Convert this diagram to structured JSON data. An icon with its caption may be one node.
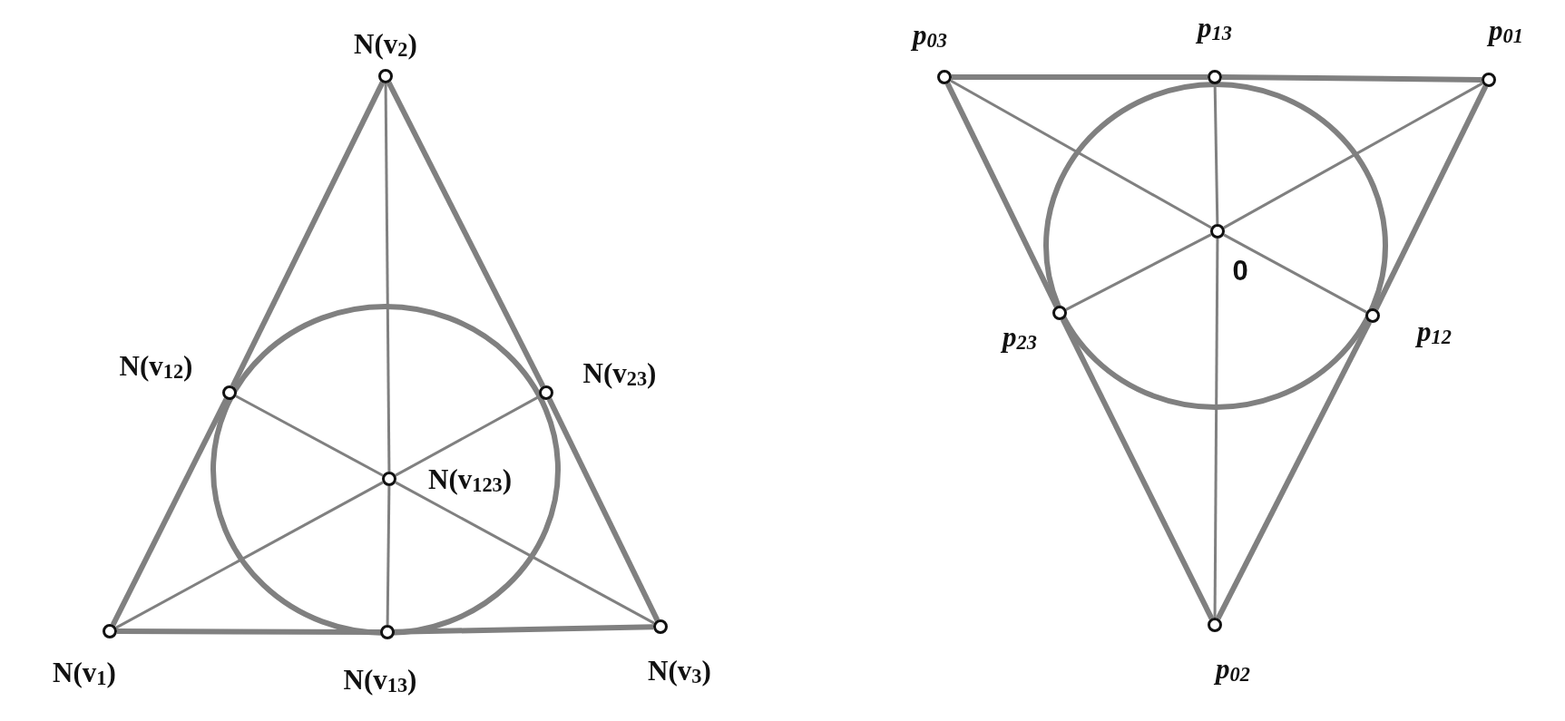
{
  "diagram": {
    "nodes": [
      {
        "text": [
          "N(v$_{2}$)"
        ]
      },
      {
        "text": [
          "N(v$_{12}$)"
        ]
      },
      {
        "text": [
          "N(v$_{23}$)"
        ]
      },
      {
        "text": [
          "N(v$_{123}$)"
        ]
      },
      {
        "text": [
          "N(v$_{1}$)"
        ]
      },
      {
        "text": [
          "N(v$_{13}$)"
        ]
      },
      {
        "text": [
          "N(v$_{3}$)"
        ]
      },
      {
        "text": [
          "p$_{03}$"
        ]
      },
      {
        "text": [
          "p$_{13}$"
        ]
      },
      {
        "text": [
          "p$_{01}$"
        ]
      },
      {
        "text": [
          "0"
        ]
      },
      {
        "text": [
          "p$_{23}$"
        ]
      },
      {
        "text": [
          "p$_{12}$"
        ]
      },
      {
        "text": [
          "p$_{02}$"
        ]
      }
    ],
    "edges": [
      {
        "from": 4,
        "to": 1,
        "arrow": "none",
        "style": "thick"
      },
      {
        "from": 1,
        "to": 0,
        "arrow": "none",
        "style": "thick"
      },
      {
        "from": 0,
        "to": 2,
        "arrow": "none",
        "style": "thick"
      },
      {
        "from": 2,
        "to": 6,
        "arrow": "none",
        "style": "thick"
      },
      {
        "from": 4,
        "to": 5,
        "arrow": "none",
        "style": "thick"
      },
      {
        "from": 5,
        "to": 6,
        "arrow": "none",
        "style": "thick"
      },
      {
        "from": 0,
        "to": 3,
        "arrow": "none"
      },
      {
        "from": 3,
        "to": 5,
        "arrow": "none"
      },
      {
        "from": 1,
        "to": 3,
        "arrow": "none"
      },
      {
        "from": 3,
        "to": 6,
        "arrow": "none"
      },
      {
        "from": 2,
        "to": 3,
        "arrow": "none"
      },
      {
        "from": 3,
        "to": 4,
        "arrow": "none"
      },
      {
        "from": 7,
        "to": 8,
        "arrow": "none",
        "style": "thick"
      },
      {
        "from": 8,
        "to": 9,
        "arrow": "none",
        "style": "thick"
      },
      {
        "from": 9,
        "to": 12,
        "arrow": "none",
        "style": "thick"
      },
      {
        "from": 12,
        "to": 13,
        "arrow": "none",
        "style": "thick"
      },
      {
        "from": 13,
        "to": 11,
        "arrow": "none",
        "style": "thick"
      },
      {
        "from": 11,
        "to": 7,
        "arrow": "none",
        "style": "thick"
      },
      {
        "from": 8,
        "to": 10,
        "arrow": "none"
      },
      {
        "from": 10,
        "to": 13,
        "arrow": "none"
      },
      {
        "from": 7,
        "to": 10,
        "arrow": "none"
      },
      {
        "from": 10,
        "to": 12,
        "arrow": "none"
      },
      {
        "from": 9,
        "to": 10,
        "arrow": "none"
      },
      {
        "from": 10,
        "to": 11,
        "arrow": "none"
      }
    ]
  }
}
